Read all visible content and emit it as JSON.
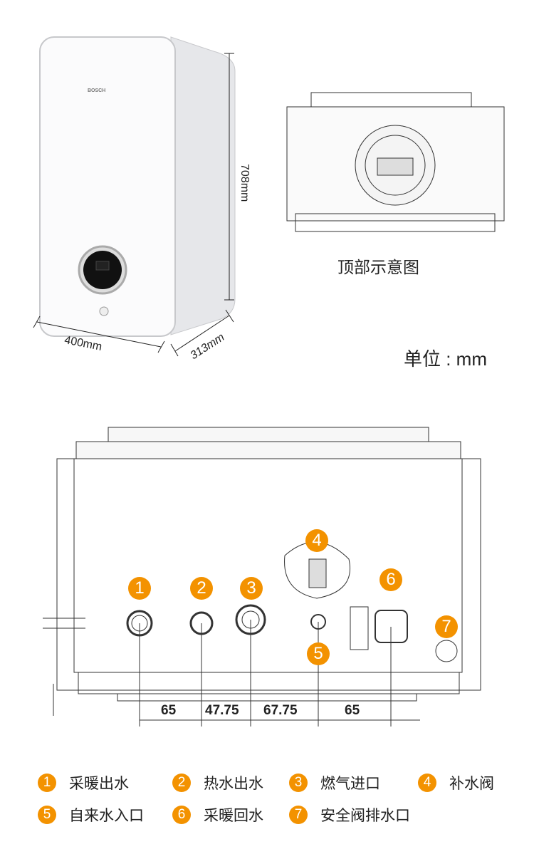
{
  "product": {
    "brand": "BOSCH",
    "height_label": "708mm",
    "width_label": "400mm",
    "depth_label": "313mm"
  },
  "top_view": {
    "caption": "顶部示意图"
  },
  "unit_label": "单位 : mm",
  "bottom_view": {
    "dimensions": [
      "65",
      "47.75",
      "67.75",
      "65"
    ]
  },
  "markers": [
    "1",
    "2",
    "3",
    "4",
    "5",
    "6",
    "7"
  ],
  "legend": [
    {
      "num": "1",
      "label": "采暖出水"
    },
    {
      "num": "2",
      "label": "热水出水"
    },
    {
      "num": "3",
      "label": "燃气进口"
    },
    {
      "num": "4",
      "label": "补水阀"
    },
    {
      "num": "5",
      "label": "自来水入口"
    },
    {
      "num": "6",
      "label": "采暖回水"
    },
    {
      "num": "7",
      "label": "安全阀排水口"
    }
  ],
  "colors": {
    "accent": "#f39200",
    "line": "#333333"
  }
}
